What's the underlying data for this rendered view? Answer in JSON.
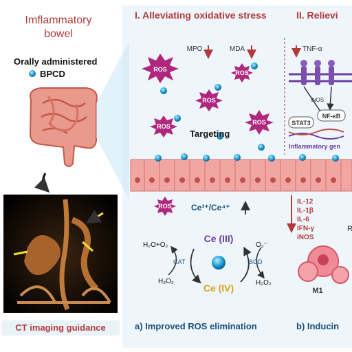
{
  "left": {
    "title_line1": "Imflammatory",
    "title_line2": "bowel",
    "drug_line1": "Orally administered",
    "drug_line2": "BPCD",
    "ct_caption": "CT imaging guidance"
  },
  "section1": {
    "heading": "I. Alleviating oxidative stress",
    "mpo": "MPO",
    "mda": "MDA",
    "ros": "ROS",
    "targeting": "Targeting",
    "ce_couple": "Ce³⁺/Ce⁴⁺",
    "ce3": "Ce (III)",
    "ce4": "Ce (IV)",
    "h2o_o2": "H₂O+O₂",
    "h2o2_left": "H₂O₂",
    "cat": "CAT",
    "o2": "O₂⁻",
    "sod": "SOD",
    "h2o2_right": "H₂O₂",
    "caption": "a) Improved ROS elimination"
  },
  "section2": {
    "heading": "II. Relievi",
    "tnf": "TNF-α",
    "inos_top": "iNOS",
    "nfkb": "NF-κB",
    "stat3": "STAT3",
    "genes": "Inflammatory gen",
    "cytokines": [
      "IL-12",
      "IL-1β",
      "IL-6",
      "IFN-γ",
      "iNOS"
    ],
    "cut_letter": "R",
    "m1": "M1",
    "caption": "b) Inducin"
  },
  "colors": {
    "accent_red": "#b23a3a",
    "ros_magenta": "#b0277e",
    "caption_blue": "#1a4f7a",
    "particle_blue": "#1e9fd6",
    "cell_pink": "#f2a6a3",
    "ce3_purple": "#6b3fa0",
    "ce4_gold": "#d9a21c"
  }
}
